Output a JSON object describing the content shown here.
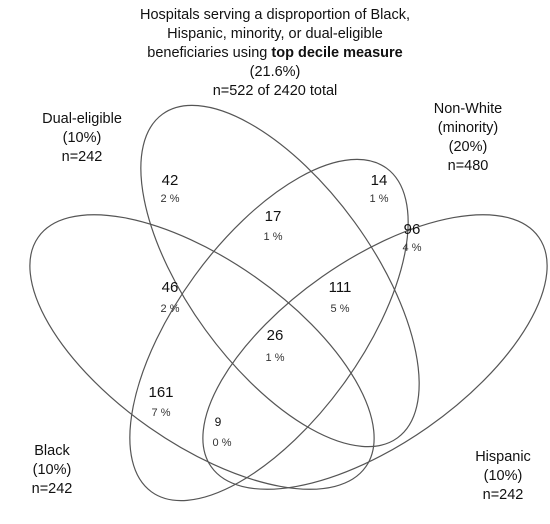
{
  "title": {
    "line1": "Hospitals serving a disproportion of Black,",
    "line2": "Hispanic, minority, or dual-eligible",
    "line3_prefix": "beneficiaries using ",
    "line3_bold": "top decile measure",
    "line4": "(21.6%)",
    "line5": "n=522 of 2420 total"
  },
  "sets": {
    "dual": {
      "name": "Dual-eligible",
      "pct": "(10%)",
      "n": "n=242"
    },
    "nonwhite": {
      "name_line1": "Non-White",
      "name_line2": "(minority)",
      "pct": "(20%)",
      "n": "n=480"
    },
    "black": {
      "name": "Black",
      "pct": "(10%)",
      "n": "n=242"
    },
    "hispanic": {
      "name": "Hispanic",
      "pct": "(10%)",
      "n": "n=242"
    }
  },
  "regions": [
    {
      "id": "dual-only",
      "count": "42",
      "pct": "2 %"
    },
    {
      "id": "nonwhite-only",
      "count": "14",
      "pct": "1 %"
    },
    {
      "id": "dual-nonwhite",
      "count": "17",
      "pct": "1 %"
    },
    {
      "id": "nonwhite-hispanic",
      "count": "96",
      "pct": "4 %"
    },
    {
      "id": "dual-black-nonwhite",
      "count": "46",
      "pct": "2 %"
    },
    {
      "id": "nonwhite-black-hispanic",
      "count": "111",
      "pct": "5 %"
    },
    {
      "id": "all-four",
      "count": "26",
      "pct": "1 %"
    },
    {
      "id": "black-nonwhite",
      "count": "161",
      "pct": "7 %"
    },
    {
      "id": "black-nonwhite-hispanic",
      "count": "9",
      "pct": "0 %"
    }
  ]
}
